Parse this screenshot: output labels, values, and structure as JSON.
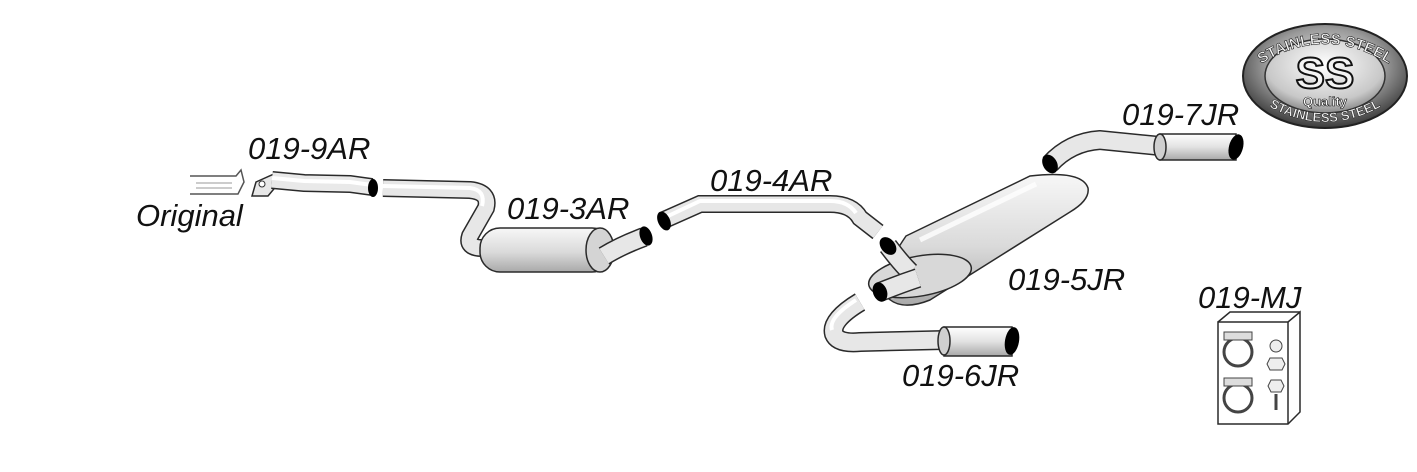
{
  "parts": [
    {
      "id": "original",
      "label": "Original"
    },
    {
      "id": "019-9AR",
      "label": "019-9AR"
    },
    {
      "id": "019-3AR",
      "label": "019-3AR"
    },
    {
      "id": "019-4AR",
      "label": "019-4AR"
    },
    {
      "id": "019-5JR",
      "label": "019-5JR"
    },
    {
      "id": "019-6JR",
      "label": "019-6JR"
    },
    {
      "id": "019-7JR",
      "label": "019-7JR"
    },
    {
      "id": "019-MJ",
      "label": "019-MJ"
    }
  ],
  "badge": {
    "ring_text": "STAINLESS STEEL",
    "center_text": "SS",
    "sub_text": "Quality"
  },
  "colors": {
    "pipe_light": "#fafafa",
    "pipe_mid": "#d6d6d6",
    "pipe_dark": "#9a9a9a",
    "outline": "#2a2a2a",
    "text": "#111111"
  }
}
